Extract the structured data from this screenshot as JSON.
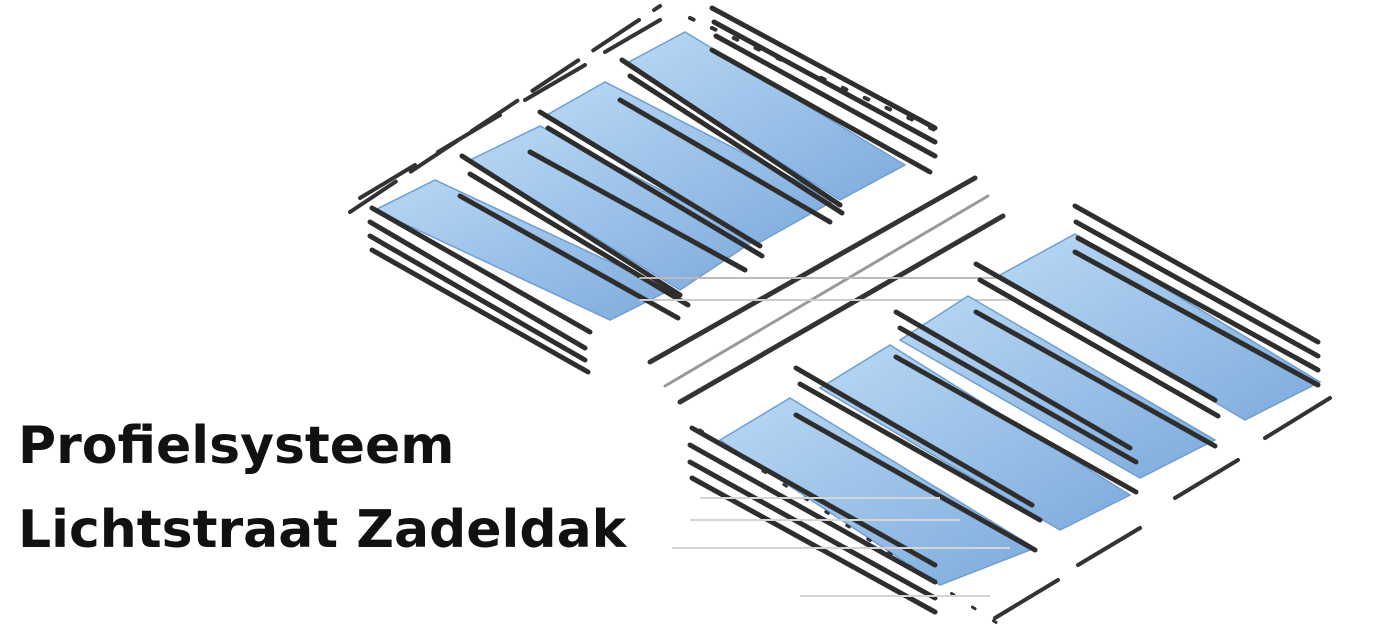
{
  "title": {
    "line1": "Profielsysteem",
    "line2": "Lichtstraat Zadeldak"
  },
  "illustration": {
    "subject": "exploded isometric view of saddle-roof skylight profile system",
    "glass_color": "#9cc4ea",
    "glass_edge_color": "#6f9fd0",
    "profile_color": "#3a3a3a",
    "panels_per_side": 4
  }
}
